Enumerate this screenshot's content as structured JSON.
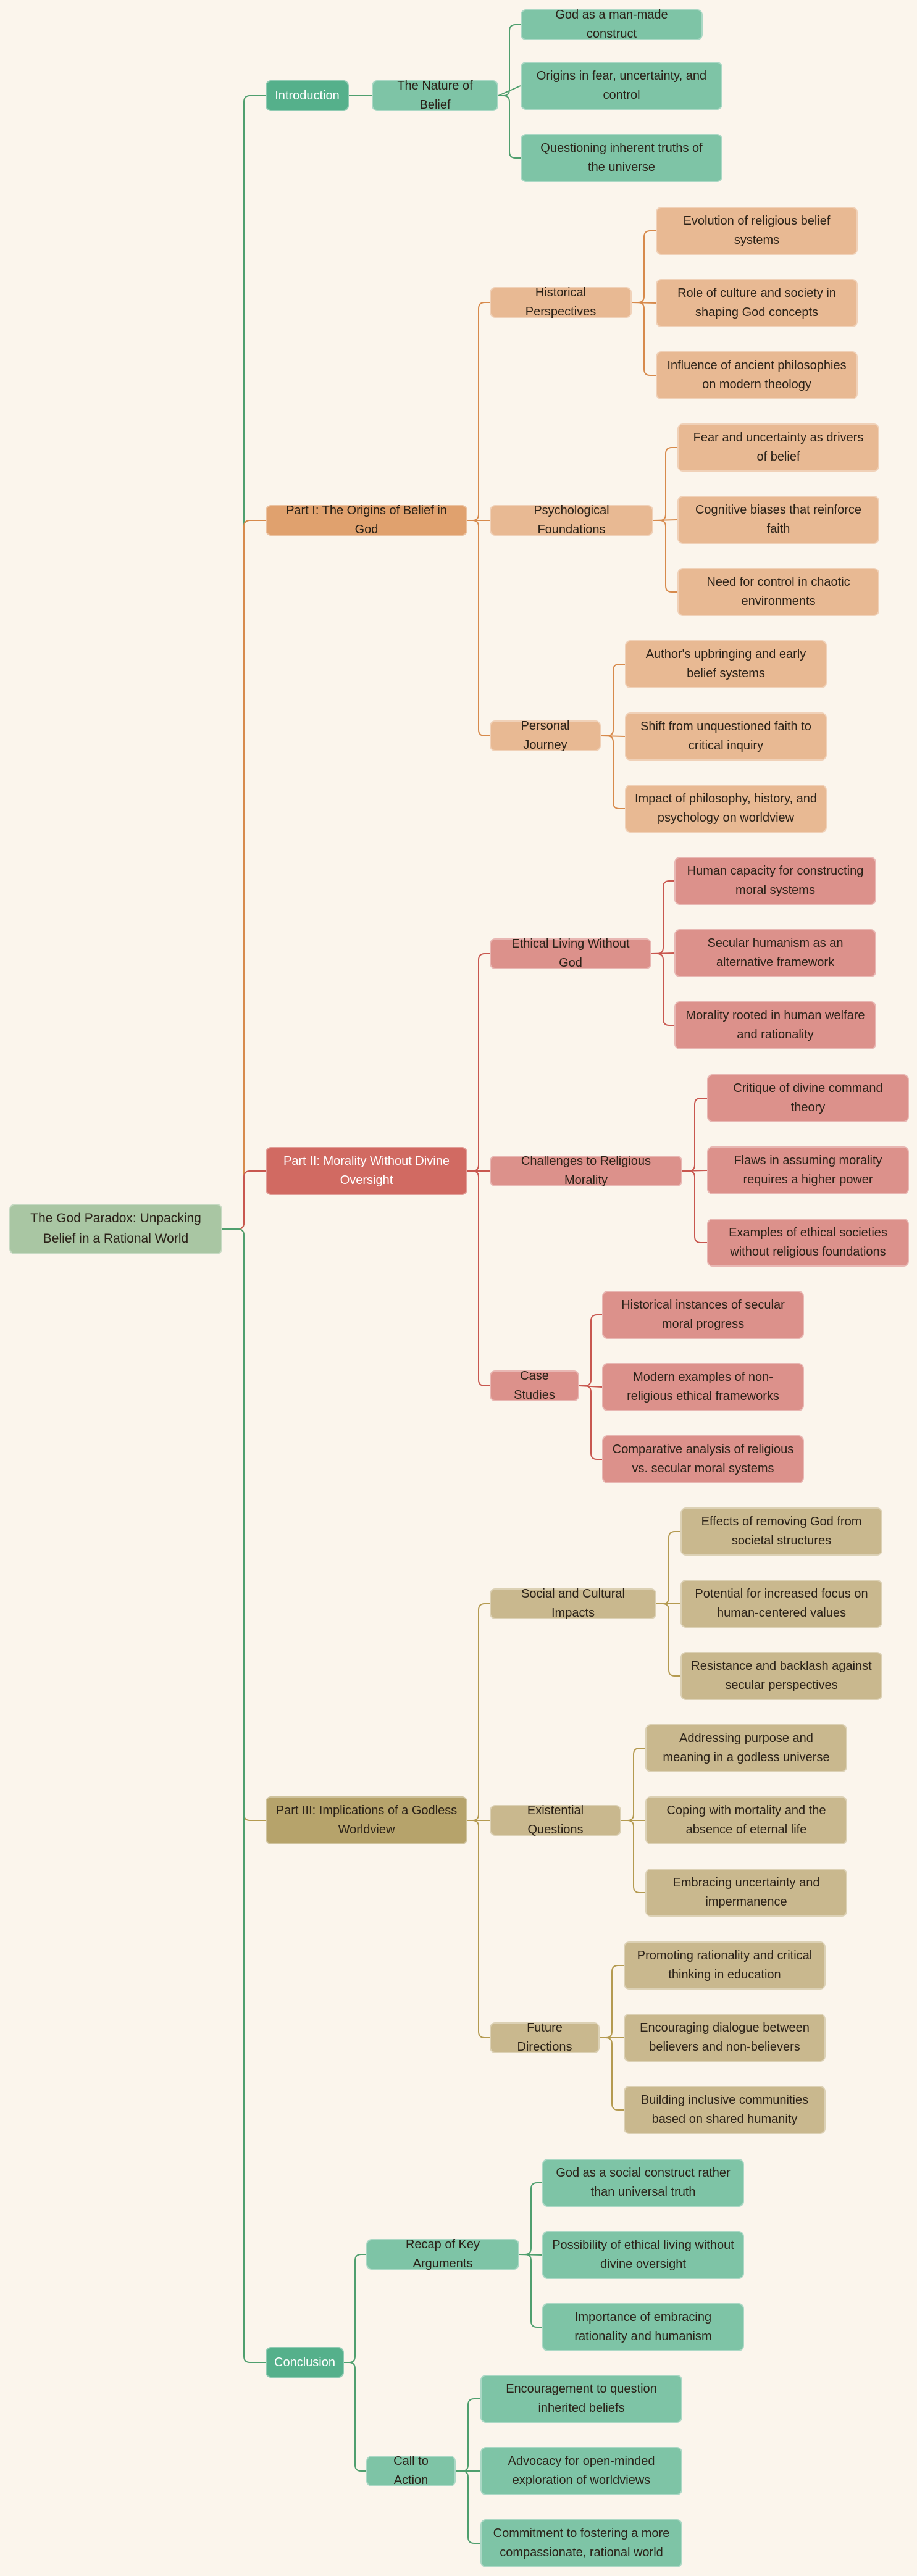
{
  "colors": {
    "background": "#fbf5ec",
    "root": "#a9c6a3",
    "introduction": {
      "main": "#55b08b",
      "sub": "#7ec4a6",
      "leaf": "#7ec4a6",
      "line": "#4f9f6e"
    },
    "part1": {
      "main": "#e0a16e",
      "sub": "#e8b993",
      "leaf": "#e8b993",
      "line": "#d78a4c"
    },
    "part2": {
      "main": "#d16a62",
      "sub": "#dc918b",
      "leaf": "#dc918b",
      "line": "#c8574f"
    },
    "part3": {
      "main": "#b6a36b",
      "sub": "#c9b88e",
      "leaf": "#c9b88e",
      "line": "#b49a50"
    },
    "conclusion": {
      "main": "#55b08b",
      "sub": "#7ec4a6",
      "leaf": "#7ec4a6",
      "line": "#4f9f6e"
    }
  },
  "mindmap": {
    "root": {
      "id": "root",
      "text": "The God Paradox: Unpacking Belief in a Rational World"
    },
    "branches": [
      {
        "id": "intro",
        "text": "Introduction",
        "theme": "introduction",
        "children": [
          {
            "id": "intro-1",
            "text": "The Nature of Belief",
            "children": [
              {
                "id": "intro-1-1",
                "text": "God as a man-made construct"
              },
              {
                "id": "intro-1-2",
                "text": "Origins in fear, uncertainty, and control"
              },
              {
                "id": "intro-1-3",
                "text": "Questioning inherent truths of the universe"
              }
            ]
          }
        ]
      },
      {
        "id": "p1",
        "text": "Part I: The Origins of Belief in God",
        "theme": "part1",
        "children": [
          {
            "id": "p1-1",
            "text": "Historical Perspectives",
            "children": [
              {
                "id": "p1-1-1",
                "text": "Evolution of religious belief systems"
              },
              {
                "id": "p1-1-2",
                "text": "Role of culture and society in shaping God concepts"
              },
              {
                "id": "p1-1-3",
                "text": "Influence of ancient philosophies on modern theology"
              }
            ]
          },
          {
            "id": "p1-2",
            "text": "Psychological Foundations",
            "children": [
              {
                "id": "p1-2-1",
                "text": "Fear and uncertainty as drivers of belief"
              },
              {
                "id": "p1-2-2",
                "text": "Cognitive biases that reinforce faith"
              },
              {
                "id": "p1-2-3",
                "text": "Need for control in chaotic environments"
              }
            ]
          },
          {
            "id": "p1-3",
            "text": "Personal Journey",
            "children": [
              {
                "id": "p1-3-1",
                "text": "Author's upbringing and early belief systems"
              },
              {
                "id": "p1-3-2",
                "text": "Shift from unquestioned faith to critical inquiry"
              },
              {
                "id": "p1-3-3",
                "text": "Impact of philosophy, history, and psychology on worldview"
              }
            ]
          }
        ]
      },
      {
        "id": "p2",
        "text": "Part II: Morality Without Divine Oversight",
        "theme": "part2",
        "children": [
          {
            "id": "p2-1",
            "text": "Ethical Living Without God",
            "children": [
              {
                "id": "p2-1-1",
                "text": "Human capacity for constructing moral systems"
              },
              {
                "id": "p2-1-2",
                "text": "Secular humanism as an alternative framework"
              },
              {
                "id": "p2-1-3",
                "text": "Morality rooted in human welfare and rationality"
              }
            ]
          },
          {
            "id": "p2-2",
            "text": "Challenges to Religious Morality",
            "children": [
              {
                "id": "p2-2-1",
                "text": "Critique of divine command theory"
              },
              {
                "id": "p2-2-2",
                "text": "Flaws in assuming morality requires a higher power"
              },
              {
                "id": "p2-2-3",
                "text": "Examples of ethical societies without religious foundations"
              }
            ]
          },
          {
            "id": "p2-3",
            "text": "Case Studies",
            "children": [
              {
                "id": "p2-3-1",
                "text": "Historical instances of secular moral progress"
              },
              {
                "id": "p2-3-2",
                "text": "Modern examples of non-religious ethical frameworks"
              },
              {
                "id": "p2-3-3",
                "text": "Comparative analysis of religious vs. secular moral systems"
              }
            ]
          }
        ]
      },
      {
        "id": "p3",
        "text": "Part III: Implications of a Godless Worldview",
        "theme": "part3",
        "children": [
          {
            "id": "p3-1",
            "text": "Social and Cultural Impacts",
            "children": [
              {
                "id": "p3-1-1",
                "text": "Effects of removing God from societal structures"
              },
              {
                "id": "p3-1-2",
                "text": "Potential for increased focus on human-centered values"
              },
              {
                "id": "p3-1-3",
                "text": "Resistance and backlash against secular perspectives"
              }
            ]
          },
          {
            "id": "p3-2",
            "text": "Existential Questions",
            "children": [
              {
                "id": "p3-2-1",
                "text": "Addressing purpose and meaning in a godless universe"
              },
              {
                "id": "p3-2-2",
                "text": "Coping with mortality and the absence of eternal life"
              },
              {
                "id": "p3-2-3",
                "text": "Embracing uncertainty and impermanence"
              }
            ]
          },
          {
            "id": "p3-3",
            "text": "Future Directions",
            "children": [
              {
                "id": "p3-3-1",
                "text": "Promoting rationality and critical thinking in education"
              },
              {
                "id": "p3-3-2",
                "text": "Encouraging dialogue between believers and non-believers"
              },
              {
                "id": "p3-3-3",
                "text": "Building inclusive communities based on shared humanity"
              }
            ]
          }
        ]
      },
      {
        "id": "concl",
        "text": "Conclusion",
        "theme": "conclusion",
        "children": [
          {
            "id": "concl-1",
            "text": "Recap of Key Arguments",
            "children": [
              {
                "id": "concl-1-1",
                "text": "God as a social construct rather than universal truth"
              },
              {
                "id": "concl-1-2",
                "text": "Possibility of ethical living without divine oversight"
              },
              {
                "id": "concl-1-3",
                "text": "Importance of embracing rationality and humanism"
              }
            ]
          },
          {
            "id": "concl-2",
            "text": "Call to Action",
            "children": [
              {
                "id": "concl-2-1",
                "text": "Encouragement to question inherited beliefs"
              },
              {
                "id": "concl-2-2",
                "text": "Advocacy for open-minded exploration of worldviews"
              },
              {
                "id": "concl-2-3",
                "text": "Commitment to fostering a more compassionate, rational world"
              }
            ]
          }
        ]
      }
    ]
  }
}
